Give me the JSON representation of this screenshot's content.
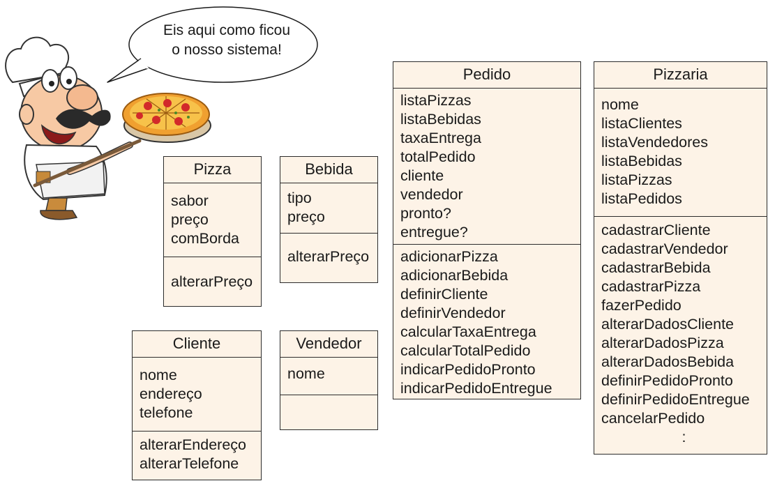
{
  "speech_bubble": {
    "line1": "Eis aqui como ficou",
    "line2": "o nosso sistema!"
  },
  "classes": {
    "pizza": {
      "name": "Pizza",
      "attributes": [
        "sabor",
        "preço",
        "comBorda"
      ],
      "operations": [
        "alterarPreço"
      ]
    },
    "bebida": {
      "name": "Bebida",
      "attributes": [
        "tipo",
        "preço"
      ],
      "operations": [
        "alterarPreço"
      ]
    },
    "cliente": {
      "name": "Cliente",
      "attributes": [
        "nome",
        "endereço",
        "telefone"
      ],
      "operations": [
        "alterarEndereço",
        "alterarTelefone"
      ]
    },
    "vendedor": {
      "name": "Vendedor",
      "attributes": [
        "nome"
      ],
      "operations": []
    },
    "pedido": {
      "name": "Pedido",
      "attributes": [
        "listaPizzas",
        "listaBebidas",
        "taxaEntrega",
        "totalPedido",
        "cliente",
        "vendedor",
        "pronto?",
        "entregue?"
      ],
      "operations": [
        "adicionarPizza",
        "adicionarBebida",
        "definirCliente",
        "definirVendedor",
        "calcularTaxaEntrega",
        "calcularTotalPedido",
        "indicarPedidoPronto",
        "indicarPedidoEntregue"
      ]
    },
    "pizzaria": {
      "name": "Pizzaria",
      "attributes": [
        "nome",
        "listaClientes",
        "listaVendedores",
        "listaBebidas",
        "listaPizzas",
        "listaPedidos"
      ],
      "operations": [
        "cadastrarCliente",
        "cadastrarVendedor",
        "cadastrarBebida",
        "cadastrarPizza",
        "fazerPedido",
        "alterarDadosCliente",
        "alterarDadosPizza",
        "alterarDadosBebida",
        "definirPedidoPronto",
        "definirPedidoEntregue",
        "cancelarPedido",
        ":"
      ]
    }
  }
}
